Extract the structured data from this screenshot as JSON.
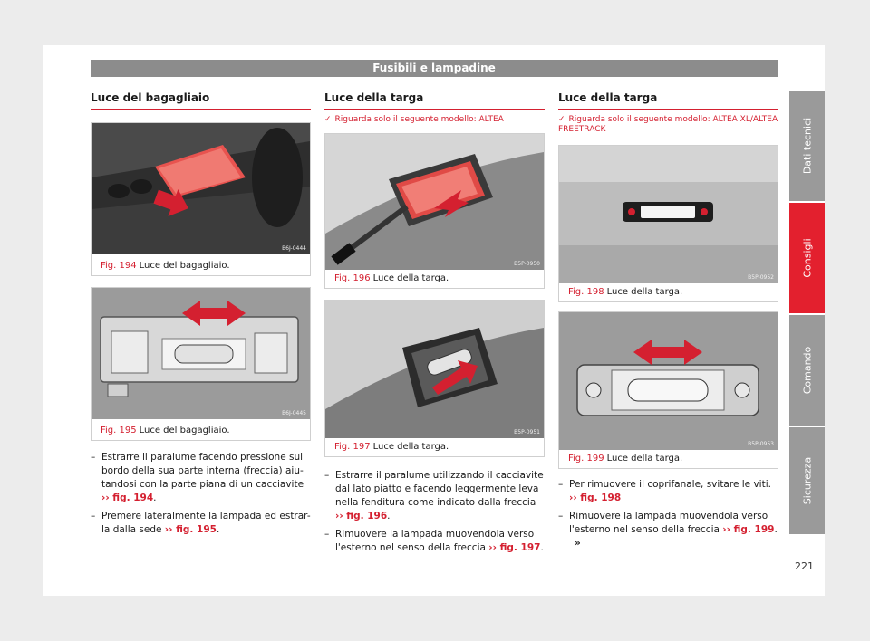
{
  "header": {
    "title": "Fusibili e lampadine"
  },
  "side_tabs": [
    {
      "label": "Dati tecnici",
      "active": false
    },
    {
      "label": "Consigli",
      "active": true
    },
    {
      "label": "Comando",
      "active": false
    },
    {
      "label": "Sicurezza",
      "active": false
    }
  ],
  "columns": [
    {
      "title": "Luce del bagagliaio",
      "note": "",
      "figures": [
        {
          "code": "B6J-0444",
          "number": "Fig. 194",
          "caption": "Luce del bagagliaio."
        },
        {
          "code": "B6J-0445",
          "number": "Fig. 195",
          "caption": "Luce del bagagliaio."
        }
      ],
      "steps": [
        {
          "text": "Estrarre il paralume facendo pressione sul bordo della sua parte interna (freccia) aiu-tandosi con la parte piana di un cacciavite",
          "ref": "›› fig. 194",
          "suffix": "."
        },
        {
          "text": "Premere lateralmente la lampada ed estrar-la dalla sede",
          "ref": "›› fig. 195",
          "suffix": "."
        }
      ]
    },
    {
      "title": "Luce della targa",
      "note": "Riguarda solo il seguente modello: ALTEA",
      "figures": [
        {
          "code": "B5P-0950",
          "number": "Fig. 196",
          "caption": "Luce della targa."
        },
        {
          "code": "B5P-0951",
          "number": "Fig. 197",
          "caption": "Luce della targa."
        }
      ],
      "steps": [
        {
          "text": "Estrarre il paralume utilizzando il cacciavite dal lato piatto e facendo leggermente leva nella fenditura come indicato dalla freccia",
          "ref": "›› fig. 196",
          "suffix": "."
        },
        {
          "text": "Rimuovere la lampada muovendola verso l'esterno nel senso della freccia",
          "ref": "›› fig. 197",
          "suffix": "."
        }
      ]
    },
    {
      "title": "Luce della targa",
      "note": "Riguarda solo il seguente modello: ALTEA XL/ALTEA FREETRACK",
      "figures": [
        {
          "code": "B5P-0952",
          "number": "Fig. 198",
          "caption": "Luce della targa."
        },
        {
          "code": "B5P-0953",
          "number": "Fig. 199",
          "caption": "Luce della targa."
        }
      ],
      "steps": [
        {
          "text": "Per rimuovere il coprifanale, svitare le viti.",
          "ref": "›› fig. 198",
          "suffix": ""
        },
        {
          "text": "Rimuovere la lampada muovendola verso l'esterno nel senso della freccia",
          "ref": "›› fig. 199",
          "suffix": "."
        }
      ]
    }
  ],
  "continue_marker": "»",
  "note_marker": "✓",
  "page_number": "221",
  "colors": {
    "accent": "#d42030",
    "header": "#8c8c8c",
    "active_tab": "#e3202e"
  }
}
